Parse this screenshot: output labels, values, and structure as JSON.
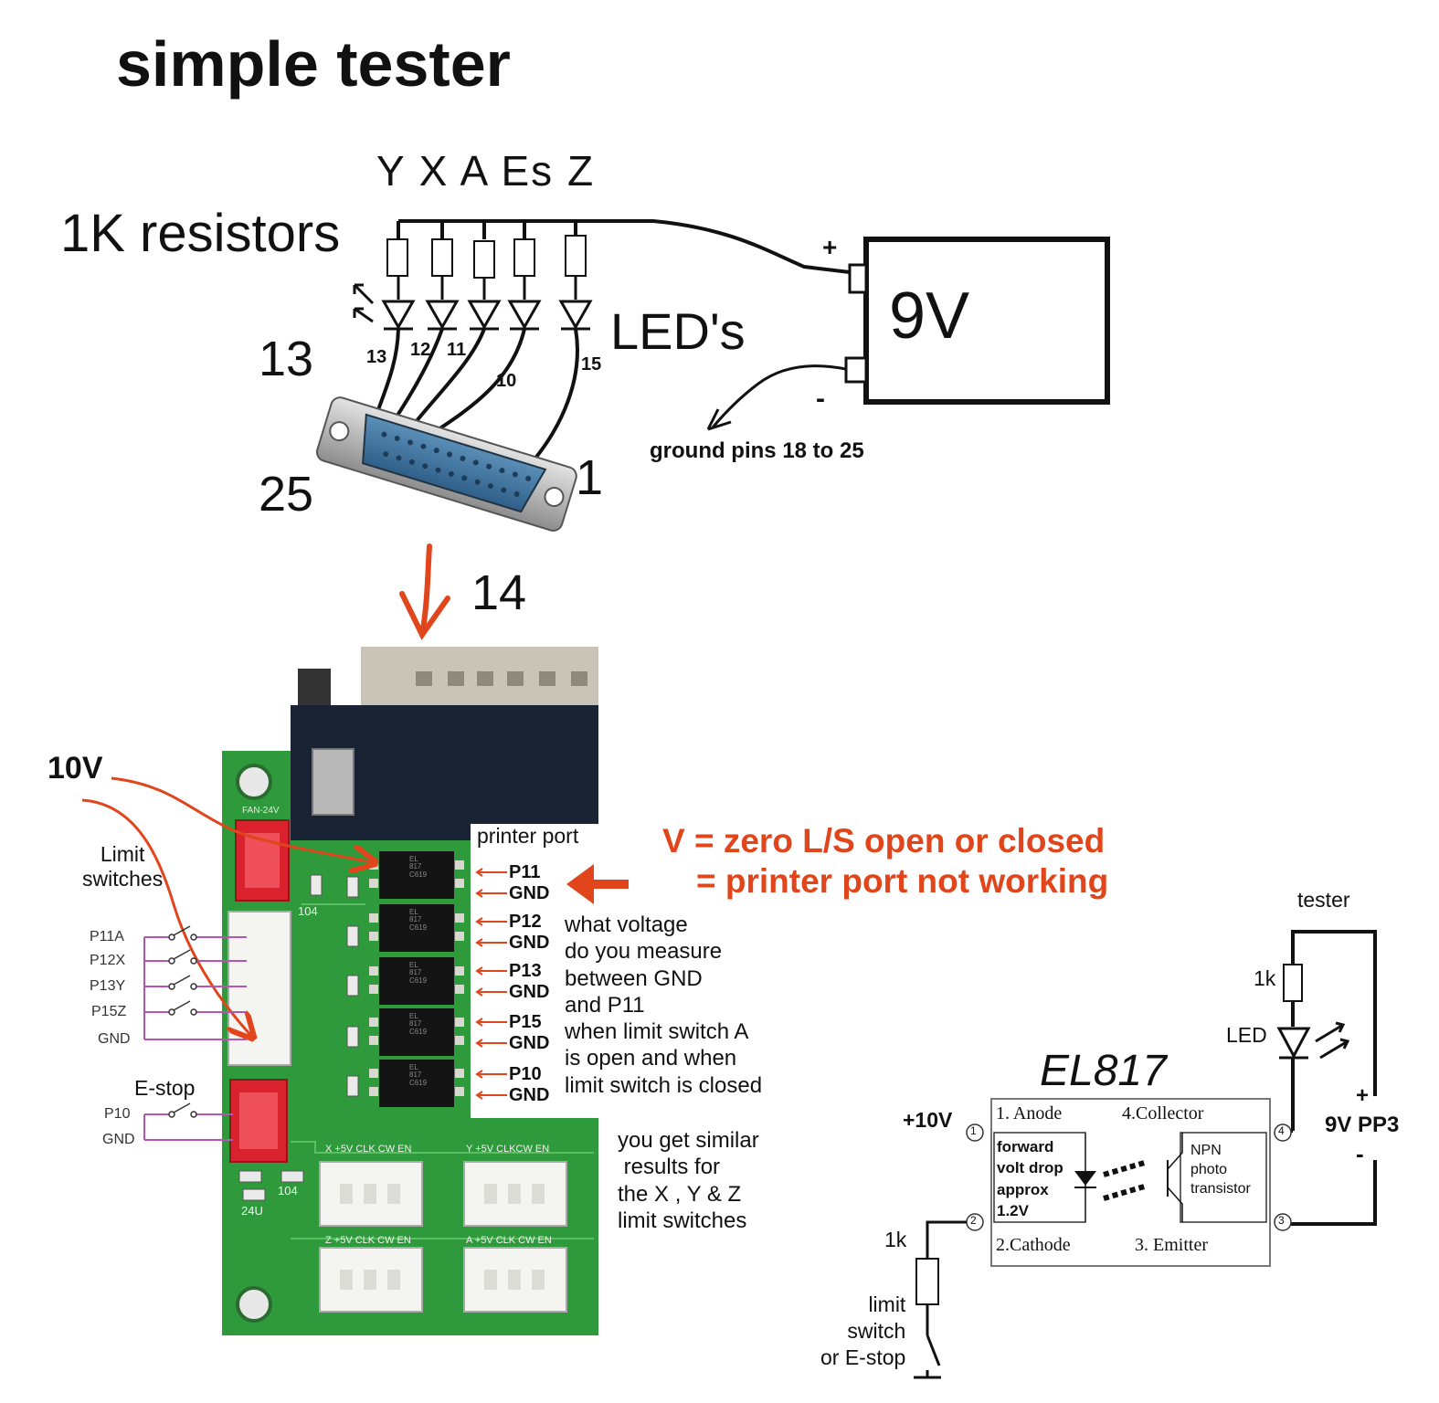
{
  "title": "simple tester",
  "top_diagram": {
    "axis_letters": "Y X A Es Z",
    "resistors_label": "1K resistors",
    "leds_label": "LED's",
    "battery_label": "9V",
    "battery_plus": "+",
    "battery_minus": "-",
    "ground_label": "ground pins 18 to 25",
    "pin_13": "13",
    "pin_25": "25",
    "pin_1": "1",
    "pin_14": "14",
    "wire_13": "13",
    "wire_12": "12",
    "wire_11": "11",
    "wire_10": "10",
    "wire_15": "15"
  },
  "board": {
    "v10_label": "10V",
    "limit_switches_label": "Limit\nswitches",
    "switch_rows": [
      "P11A",
      "P12X",
      "P13Y",
      "P15Z",
      "GND"
    ],
    "estop_label": "E-stop",
    "estop_rows": [
      "P10",
      "GND"
    ],
    "printer_port_label": "printer port",
    "pin_labels": [
      "P11",
      "GND",
      "P12",
      "GND",
      "P13",
      "GND",
      "P15",
      "GND",
      "P10",
      "GND"
    ],
    "silk_fan": "FAN-24V",
    "silk_104a": "104",
    "silk_104b": "104",
    "silk_24v": "24U",
    "silk_x": "X  +5V CLK CW  EN",
    "silk_y": "Y  +5V CLKCW  EN",
    "silk_z": "Z  +5V CLK CW  EN",
    "silk_a": "A  +5V CLK CW  EN",
    "chip_text": "EL\n817\nC619"
  },
  "warning": {
    "line1": "V = zero  L/S open or closed",
    "line2": "= printer port not working",
    "color": "#e0451c"
  },
  "question_text": "what voltage\ndo you measure\nbetween GND\nand P11\nwhen limit switch A\nis open and when\nlimit switch is closed",
  "similar_text": "you get similar\n results for\nthe X , Y & Z\nlimit switches",
  "schematic": {
    "tester_label": "tester",
    "r1_label": "1k",
    "led_label": "LED",
    "battery_label": "9V PP3",
    "plus": "+",
    "minus": "-",
    "chip_title": "EL817",
    "v10": "+10V",
    "pin1": "1. Anode",
    "pin4": "4.Collector",
    "pin2": "2.Cathode",
    "pin3": "3. Emitter",
    "forward_text": "forward\nvolt drop\napprox\n1.2V",
    "npn_text": "NPN\nphoto\ntransistor",
    "r2_label": "1k",
    "switch_text": "limit\nswitch\nor E-stop",
    "n1": "1",
    "n2": "2",
    "n3": "3",
    "n4": "4"
  }
}
